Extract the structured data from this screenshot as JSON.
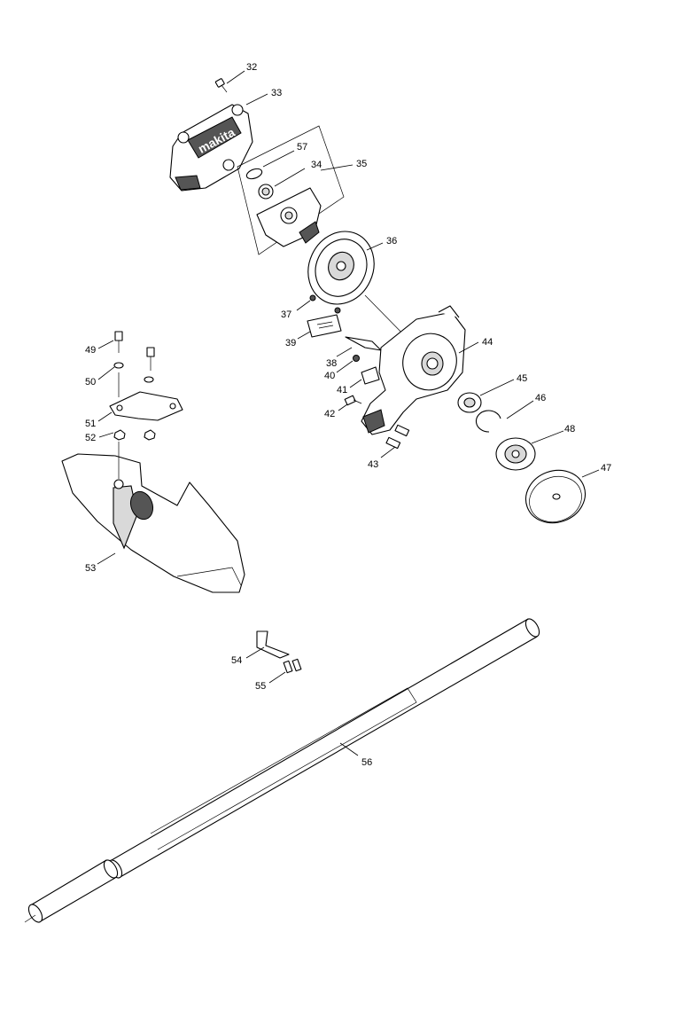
{
  "diagram": {
    "logo": "makita",
    "part_numbers": {
      "p32": "32",
      "p33": "33",
      "p34": "34",
      "p35": "35",
      "p36": "36",
      "p37": "37",
      "p38": "38",
      "p39": "39",
      "p40": "40",
      "p41": "41",
      "p42": "42",
      "p43": "43",
      "p44": "44",
      "p45": "45",
      "p46": "46",
      "p47": "47",
      "p48": "48",
      "p49": "49",
      "p50": "50",
      "p51": "51",
      "p52": "52",
      "p53": "53",
      "p54": "54",
      "p55": "55",
      "p56": "56",
      "p57": "57"
    }
  }
}
